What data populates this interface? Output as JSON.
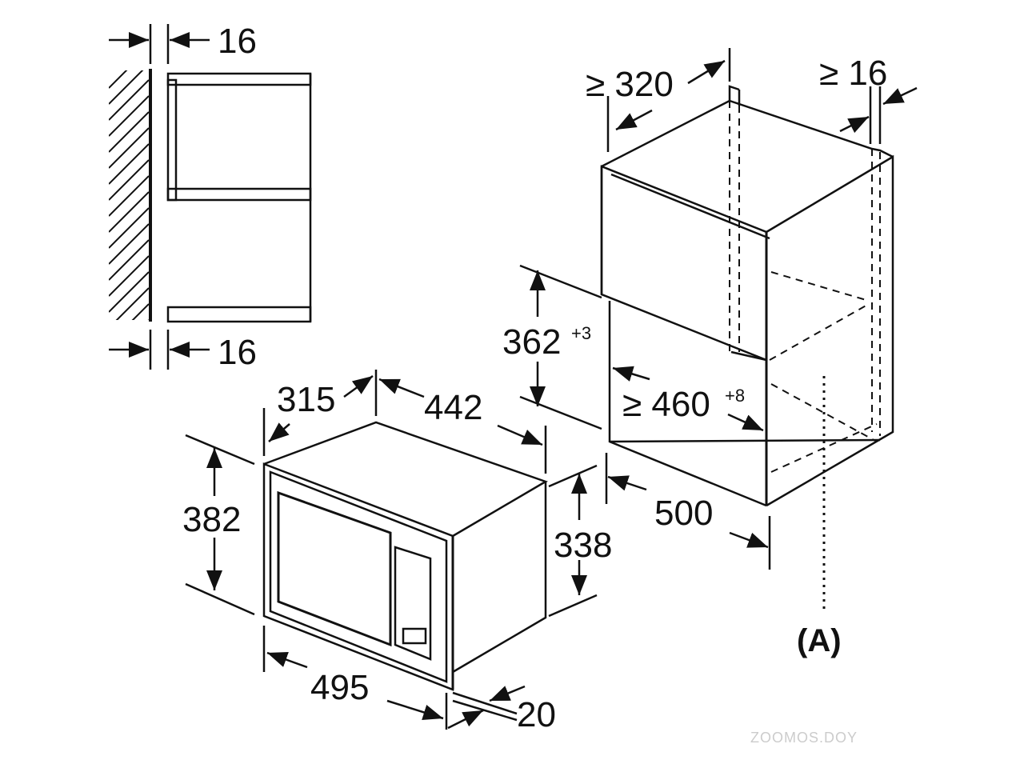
{
  "labels": {
    "side_gap_top": "16",
    "side_gap_bottom": "16",
    "cab_depth": "≥ 320",
    "cab_gap": "≥ 16",
    "niche_height": "362",
    "niche_height_tol": "+3",
    "niche_width": "≥ 460",
    "niche_width_tol": "+8",
    "cab_base_depth": "500",
    "oven_depth": "315",
    "oven_width": "442",
    "oven_front_height": "382",
    "oven_body_height": "338",
    "oven_front_width": "495",
    "oven_frame": "20",
    "callout_a": "(A)"
  },
  "watermark": "ZOOMOS.DOY",
  "colors": {
    "line": "#111111",
    "hatch": "#222222",
    "watermark": "#cccccc"
  }
}
